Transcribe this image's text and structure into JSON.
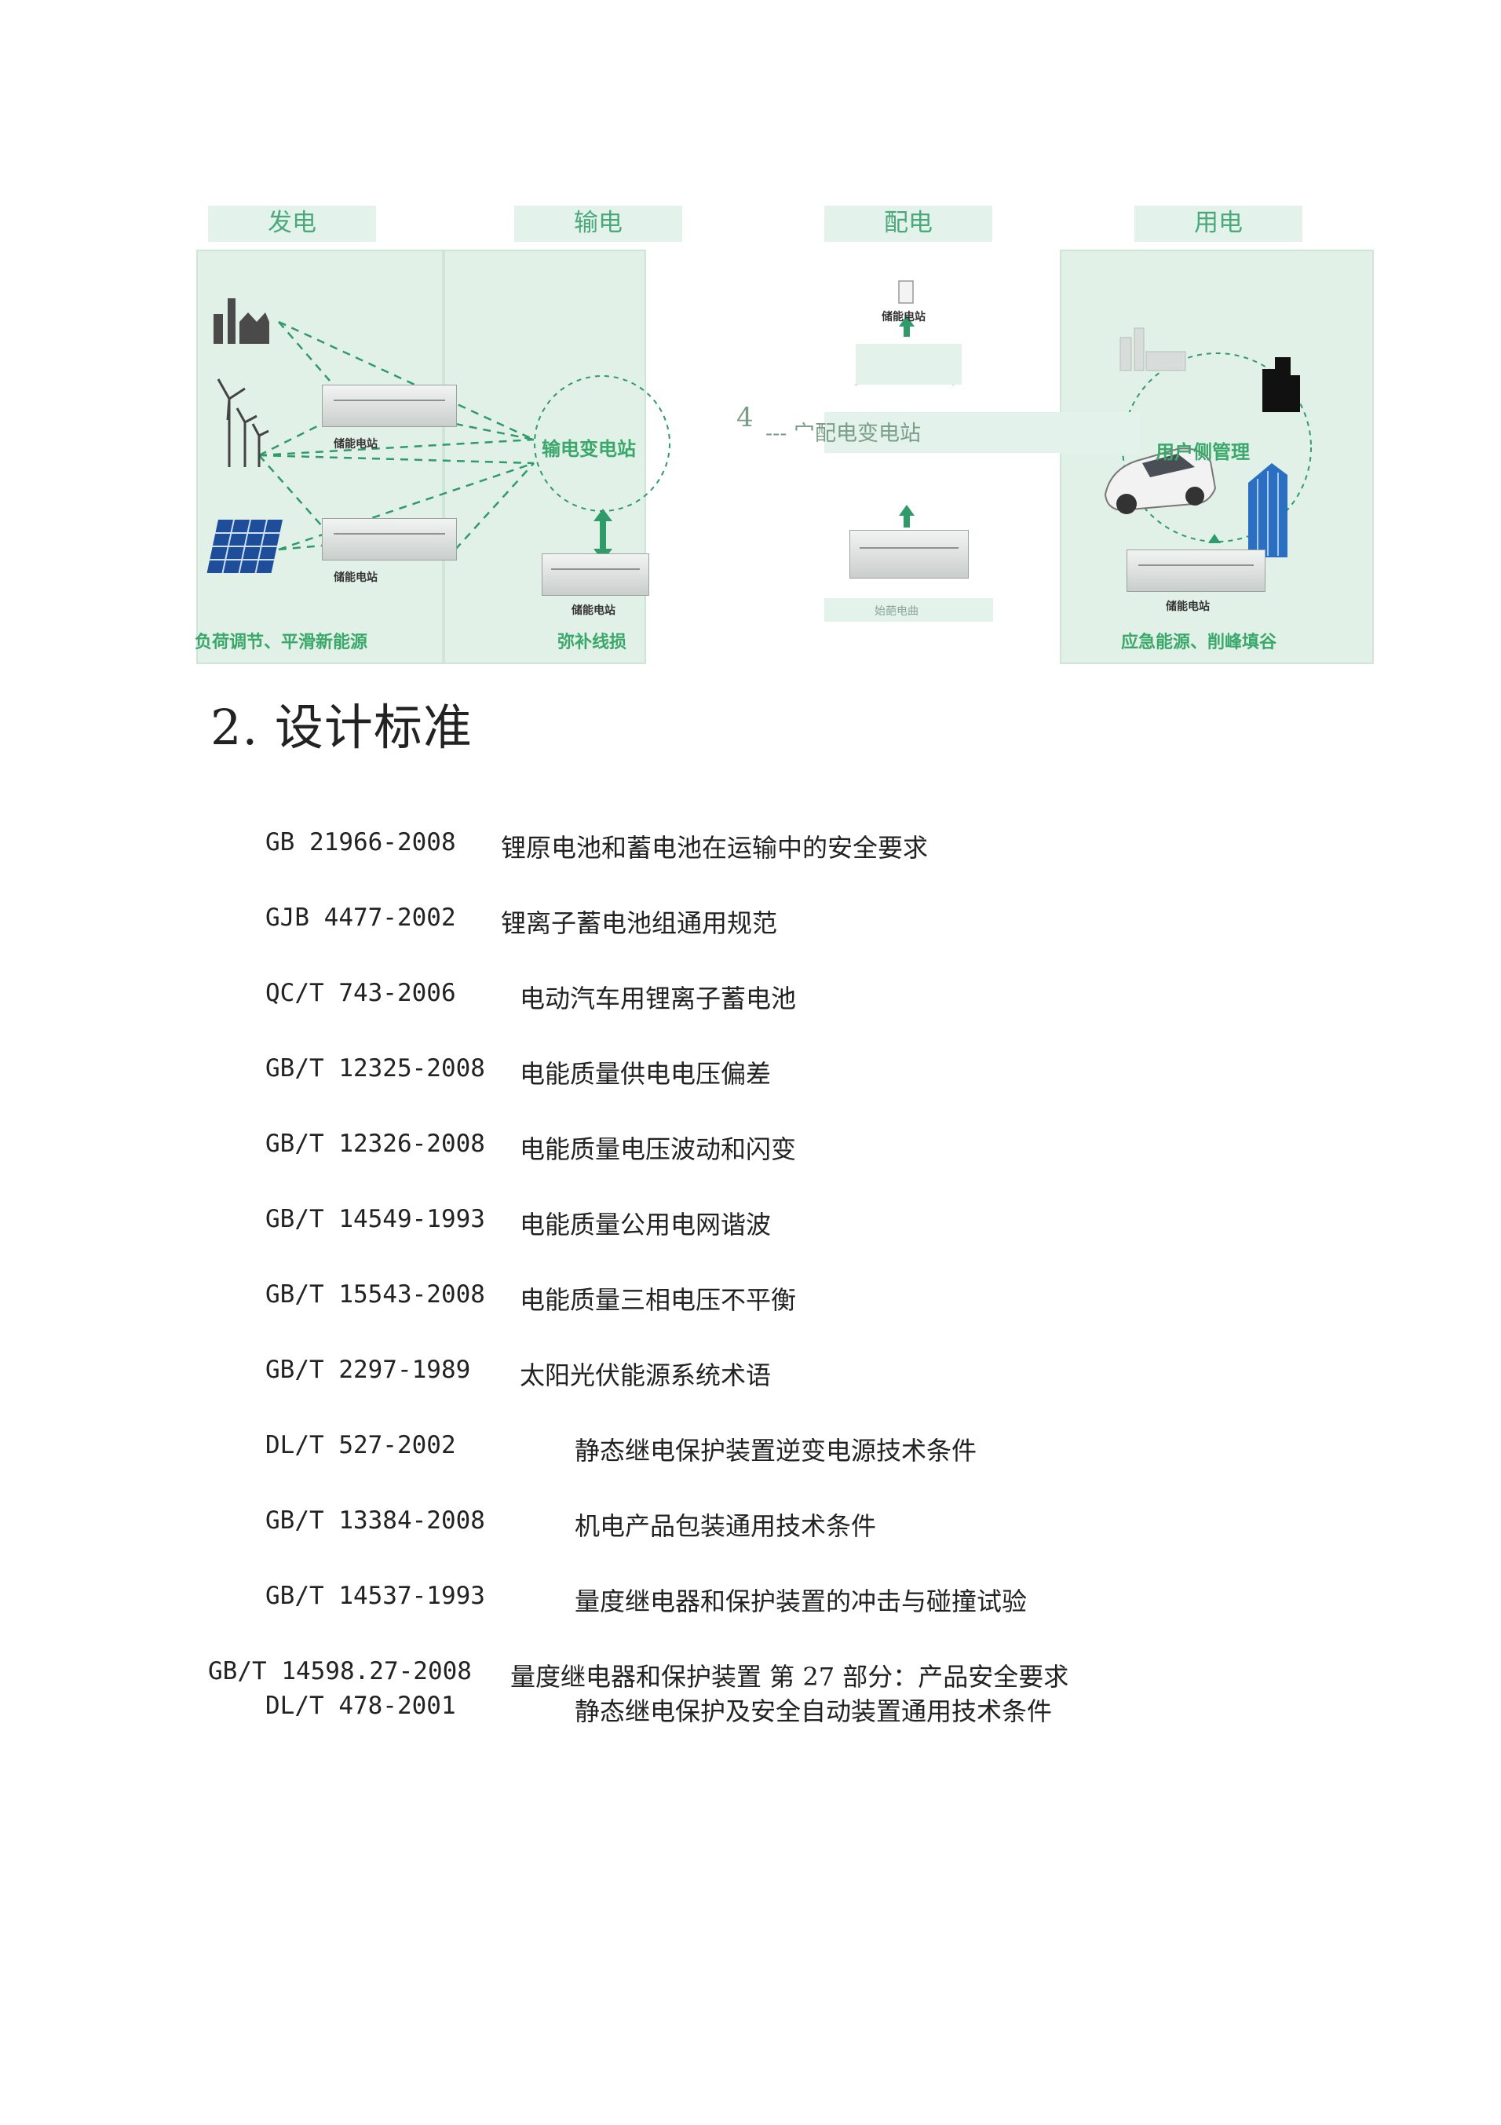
{
  "diagram": {
    "columns": [
      "发电",
      "输电",
      "配电",
      "用电"
    ],
    "storage_station_label": "储能电站",
    "transmission_substation": "输电变电站",
    "distribution_number": "4",
    "distribution_substation": "--- 宀配电变电站",
    "distribution_bottom_label": "始葩电曲",
    "user_side_management": "用户侧管理",
    "generation_caption": "负荷调节、平滑新能源",
    "transmission_caption": "弥补线损",
    "consumption_caption": "应急能源、削峰填谷",
    "accent_color": "#3aa86b",
    "panel_color": "#e2f1e7"
  },
  "section": {
    "title": "2. 设计标准"
  },
  "standards": [
    {
      "code": "GB 21966-2008",
      "name": "锂原电池和蓄电池在运输中的安全要求"
    },
    {
      "code": "GJB 4477-2002",
      "name": "锂离子蓄电池组通用规范"
    },
    {
      "code": "QC/T 743-2006",
      "name": "电动汽车用锂离子蓄电池"
    },
    {
      "code": "GB/T 12325-2008",
      "name": "电能质量供电电压偏差"
    },
    {
      "code": "GB/T 12326-2008",
      "name": "电能质量电压波动和闪变"
    },
    {
      "code": "GB/T 14549-1993",
      "name": "电能质量公用电网谐波"
    },
    {
      "code": "GB/T 15543-2008",
      "name": "电能质量三相电压不平衡"
    },
    {
      "code": "GB/T 2297-1989",
      "name": "太阳光伏能源系统术语"
    },
    {
      "code": "DL/T 527-2002",
      "name": "静态继电保护装置逆变电源技术条件"
    },
    {
      "code": "GB/T 13384-2008",
      "name": "机电产品包装通用技术条件"
    },
    {
      "code": "GB/T 14537-1993",
      "name": "量度继电器和保护装置的冲击与碰撞试验"
    },
    {
      "code": "GB/T 14598.27-2008",
      "name": "量度继电器和保护装置 第 27 部分：产品安全要求"
    },
    {
      "code": "DL/T 478-2001",
      "name": "静态继电保护及安全自动装置通用技术条件"
    }
  ]
}
